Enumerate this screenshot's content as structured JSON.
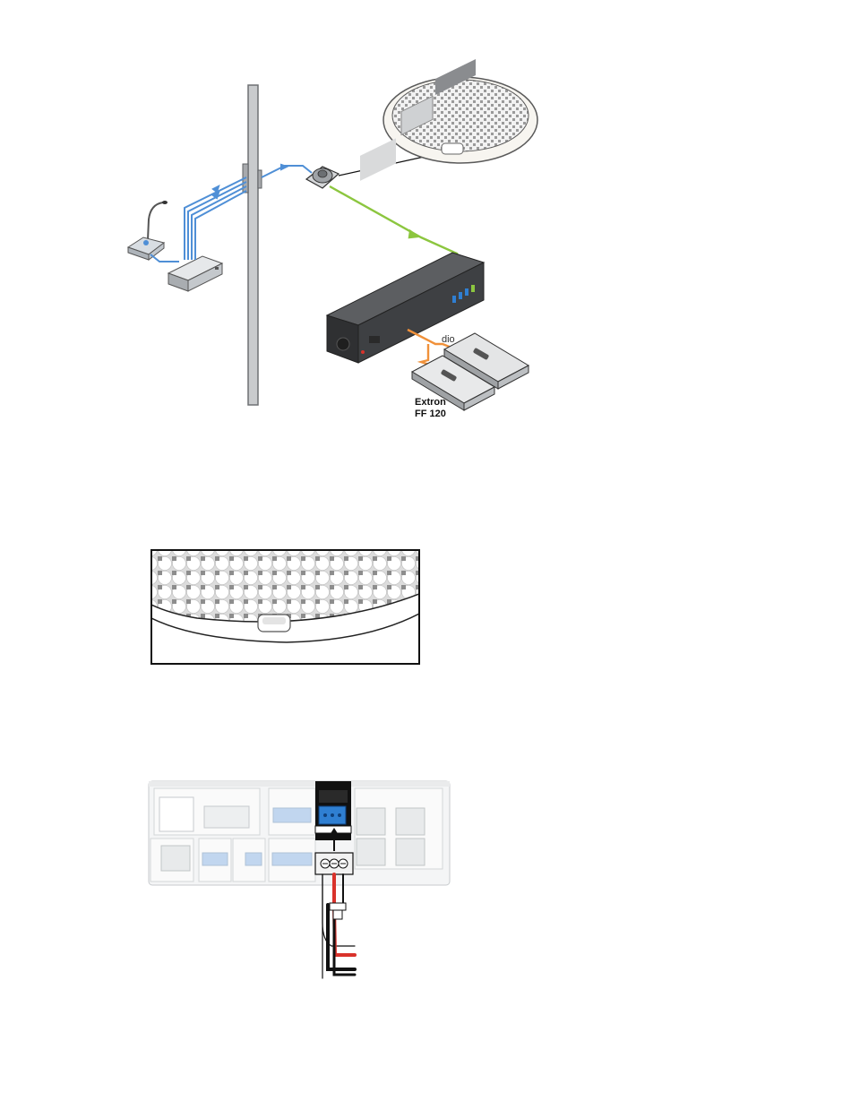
{
  "figure1": {
    "dio_label": "dio",
    "extron_label_line1": "Extron",
    "extron_label_line2": "FF 120"
  },
  "colors": {
    "audio_blue": "#4f8fd6",
    "speaker_green": "#8cc63f",
    "dio_orange": "#f0913a",
    "wire_red": "#d9322b",
    "wire_black": "#111111",
    "connector_blue": "#2f7fd2",
    "chassis_dark": "#3a3a3a"
  }
}
